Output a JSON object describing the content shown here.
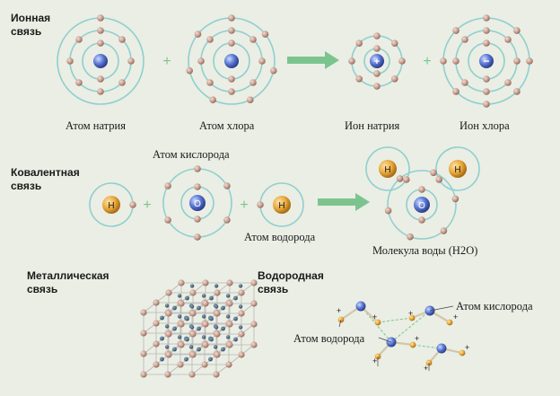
{
  "sections": {
    "ionic": "Ионная\nсвязь",
    "covalent": "Ковалентная\nсвязь",
    "metallic": "Металлическая\nсвязь",
    "hydrogen": "Водородная\nсвязь"
  },
  "captions": {
    "sodium_atom": "Атом натрия",
    "chlorine_atom": "Атом хлора",
    "sodium_ion": "Ион натрия",
    "chlorine_ion": "Ион хлора",
    "oxygen_atom": "Атом кислорода",
    "hydrogen_atom": "Атом водорода",
    "water_molecule": "Молекула воды (H2O)",
    "hb_oxygen_atom": "Атом кислорода",
    "hb_hydrogen_atom": "Атом водорода"
  },
  "symbols": {
    "plus": "+",
    "hydrogen": "H",
    "oxygen": "O",
    "positive": "+",
    "negative": "−"
  },
  "colors": {
    "background": "#eaeee4",
    "orbit": "#8fcfcf",
    "electron": "#c49a8c",
    "nucleus_blue": "#5b78d6",
    "hydrogen_nucleus": "#e8a73a",
    "arrow": "#7cc48e",
    "lattice_ion": "#c49a8c",
    "lattice_electron": "#3a5a70"
  }
}
